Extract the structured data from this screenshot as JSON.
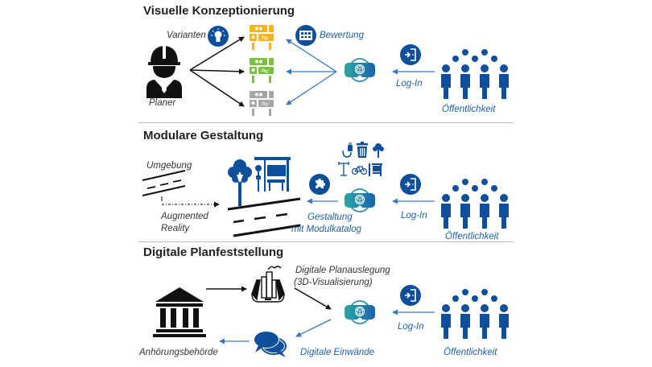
{
  "colors": {
    "primary_blue": "#0e4f9b",
    "label_blue": "#1f5fa8",
    "arrow_blue": "#3a78c0",
    "black": "#111111",
    "variant_yellow": "#f6b511",
    "variant_green": "#7ac143",
    "variant_gray": "#a6a6a6",
    "vr_teal": "#2aa7a3",
    "vr_blue": "#1c62b0",
    "divider": "#b8b8b8"
  },
  "sections": [
    {
      "title": "Visuelle Konzeptionierung",
      "labels": {
        "planner": "Planer",
        "variants": "Varianten",
        "evaluation": "Bewertung",
        "login": "Log-In",
        "public": "Öffentlichkeit"
      },
      "icons": [
        "hardhat-planner-icon",
        "lightbulb-icon",
        "variant-module-icon",
        "rating-board-icon",
        "vr-headset-icon",
        "login-door-icon",
        "crowd-icon"
      ]
    },
    {
      "title": "Modulare Gestaltung",
      "labels": {
        "environment": "Umgebung",
        "ar_line1": "Augmented",
        "ar_line2": "Reality",
        "design_line1": "Gestaltung",
        "design_line2": "mit Modulkatalog",
        "login": "Log-In",
        "public": "Öffentlichkeit"
      },
      "icons": [
        "road-icon",
        "tree-icon",
        "bus-stop-icon",
        "puzzle-icon",
        "charger-icon",
        "trash-bin-icon",
        "small-tree-icon",
        "street-lamp-icon",
        "bicycle-icon",
        "shelter-icon",
        "vr-headset-icon",
        "login-door-icon",
        "crowd-icon"
      ]
    },
    {
      "title": "Digitale Planfeststellung",
      "labels": {
        "display_line1": "Digitale Planauslegung",
        "display_line2": "(3D-Visualisierung)",
        "authority": "Anhörungsbehörde",
        "objections": "Digitale Einwände",
        "login": "Log-In",
        "public": "Öffentlichkeit"
      },
      "icons": [
        "government-building-icon",
        "city-plan-icon",
        "vr-headset-icon",
        "speech-bubbles-icon",
        "login-door-icon",
        "crowd-icon"
      ]
    }
  ]
}
